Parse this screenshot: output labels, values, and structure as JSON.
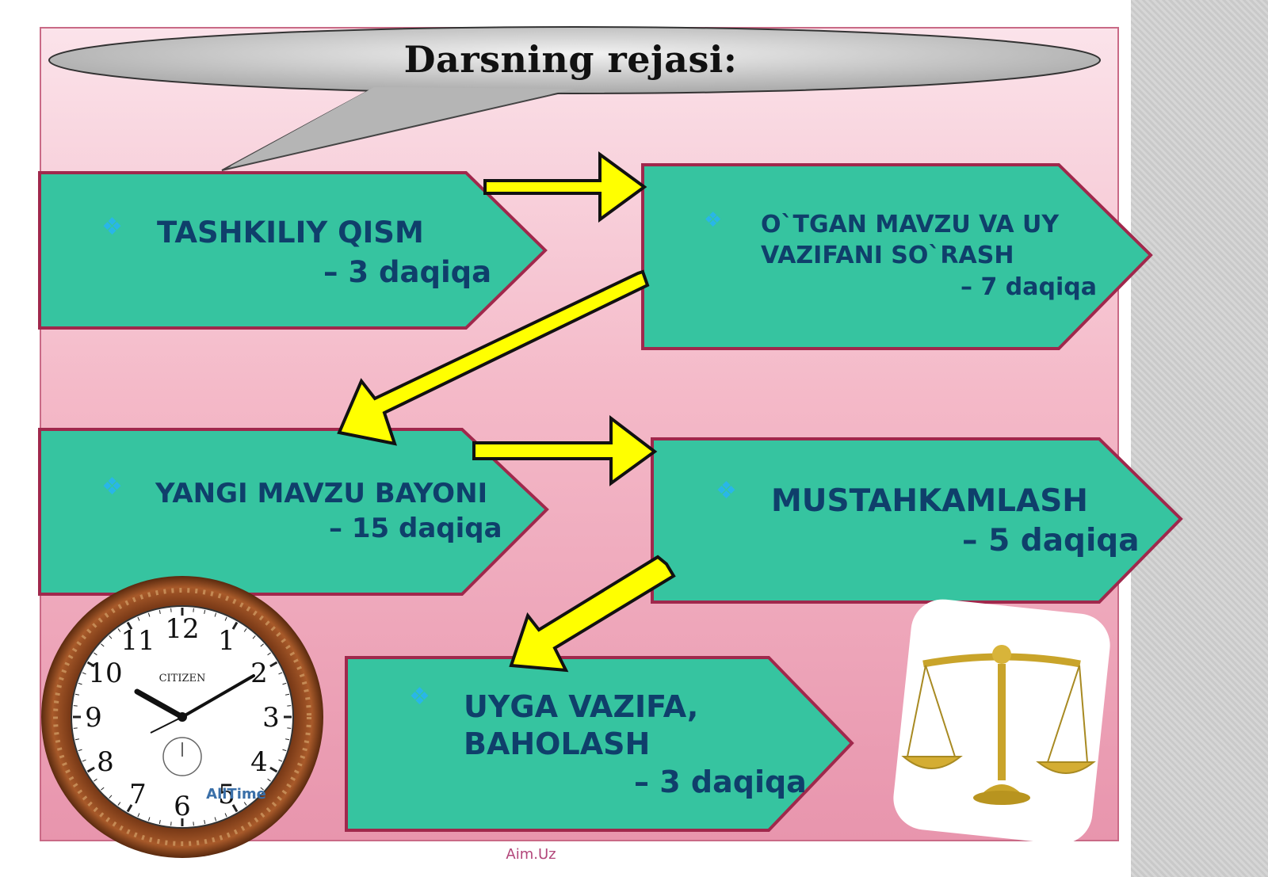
{
  "slide": {
    "title": "Darsning rejasi:",
    "footer": "Aim.Uz"
  },
  "steps": [
    {
      "title": "TASHKILIY  QISM",
      "duration": "– 3 daqiqa"
    },
    {
      "title_line1": "O`TGAN  MAVZU VA UY",
      "title_line2": "VAZIFANI  SO`RASH",
      "duration": "– 7 daqiqa"
    },
    {
      "title": "YANGI MAVZU BAYONI",
      "duration": "– 15 daqiqa"
    },
    {
      "title": "MUSTAHKAMLASH",
      "duration": "– 5 daqiqa"
    },
    {
      "title_line1": "UYGA  VAZIFA,",
      "title_line2": "BAHOLASH",
      "duration": "– 3 daqiqa"
    }
  ],
  "clock": {
    "brand": "CITIZEN",
    "watermark": "AllTime",
    "numerals": [
      "12",
      "1",
      "2",
      "3",
      "4",
      "5",
      "6",
      "7",
      "8",
      "9",
      "10",
      "11"
    ]
  },
  "icons": [
    "speech-bubble",
    "clock-icon",
    "scales-icon",
    "arrow-icon",
    "bullet-icon"
  ],
  "colors": {
    "background_pink": "#f4b9c8",
    "pentagon_fill": "#36c4a0",
    "pentagon_border": "#a0284c",
    "arrow_fill": "#ffff00",
    "label_text": "#0f3f6b",
    "bullet": "#29b6e8"
  }
}
